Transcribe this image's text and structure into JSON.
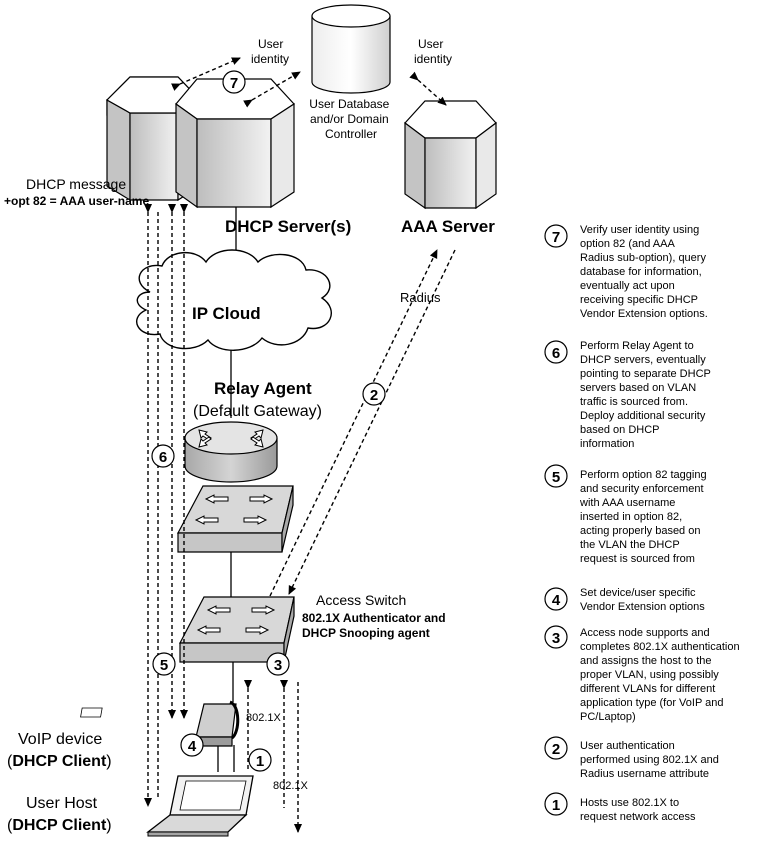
{
  "labels": {
    "user_identity_left": [
      "User",
      "identity"
    ],
    "user_identity_right": [
      "User",
      "identity"
    ],
    "user_db": [
      "User Database",
      "and/or Domain",
      "Controller"
    ],
    "dhcp_message": "DHCP message",
    "opt82": "+opt 82 = AAA user-name",
    "dhcp_servers": "DHCP Server(s)",
    "aaa_server": "AAA Server",
    "radius": "Radius",
    "ip_cloud": "IP Cloud",
    "relay_agent": "Relay Agent",
    "default_gateway": "(Default Gateway)",
    "access_switch": "Access Switch",
    "authenticator": "802.1X Authenticator and",
    "snooping": "DHCP Snooping agent",
    "dot1x_a": "802.1X",
    "dot1x_b": "802.1X",
    "voip_device": "VoIP device",
    "voip_client": "DHCP Client",
    "user_host": "User Host",
    "host_client": "DHCP Client",
    "paren_open": "(",
    "paren_close": ")"
  },
  "badges": [
    "7",
    "6",
    "5",
    "4",
    "3",
    "2",
    "1"
  ],
  "legend": [
    {
      "num": "7",
      "lines": [
        "Verify user identity using",
        "option 82 (and AAA",
        "Radius sub-option), query",
        "database for information,",
        "eventually act upon",
        "receiving specific DHCP",
        "Vendor Extension options."
      ]
    },
    {
      "num": "6",
      "lines": [
        "Perform Relay Agent to",
        "DHCP servers, eventually",
        "pointing to separate DHCP",
        "servers based on VLAN",
        "traffic is sourced from.",
        "Deploy additional security",
        "based on DHCP",
        "information"
      ]
    },
    {
      "num": "5",
      "lines": [
        "Perform option 82 tagging",
        "and security enforcement",
        "with AAA username",
        "inserted in option 82,",
        "acting properly based on",
        "the VLAN the DHCP",
        "request is sourced from"
      ]
    },
    {
      "num": "4",
      "lines": [
        "Set device/user specific",
        "Vendor Extension options"
      ]
    },
    {
      "num": "3",
      "lines": [
        "Access node supports and",
        "completes 802.1X authentication",
        "and assigns the host to the",
        "proper VLAN, using possibly",
        "different VLANs for different",
        "application type (for VoIP and",
        "PC/Laptop)"
      ]
    },
    {
      "num": "2",
      "lines": [
        "User authentication",
        "performed using 802.1X and",
        "Radius username attribute"
      ]
    },
    {
      "num": "1",
      "lines": [
        "Hosts use 802.1X to",
        "request network access"
      ]
    }
  ]
}
